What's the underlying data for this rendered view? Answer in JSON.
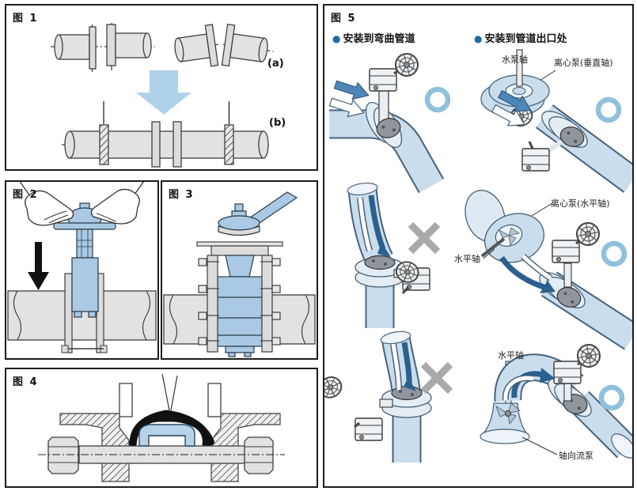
{
  "figures": {
    "fig1": {
      "label": "图 1",
      "annotation_a": "(a)",
      "annotation_b": "(b)"
    },
    "fig2": {
      "label": "图 2"
    },
    "fig3": {
      "label": "图 3"
    },
    "fig4": {
      "label": "图 4"
    },
    "fig5": {
      "label": "图 5",
      "bullet": "●",
      "col1_header": "安装到弯曲管道",
      "col2_header": "安装到管道出口处",
      "labels": {
        "pump_shaft": "水泵轴",
        "centrifugal_vertical": "离心泵(垂直轴)",
        "centrifugal_horizontal": "离心泵(水平轴)",
        "horizontal_axis_row2": "水平轴",
        "horizontal_axis_row3": "水平轴",
        "axial_pump": "轴向流泵"
      }
    }
  },
  "colors": {
    "accent_blue": "#1e6ca6",
    "correct_ring": "#8fc0dc",
    "incorrect_x": "#a9a9a9",
    "pipe_blue": "#c9dded",
    "valve_blue": "#a9c9e4",
    "flow_arrow_blue": "#4d87b8",
    "pipe_gray": "#e2e2e2",
    "disc_gray": "#8f969c",
    "seal_black": "#111111",
    "big_arrow_blue": "#aed2ea"
  }
}
